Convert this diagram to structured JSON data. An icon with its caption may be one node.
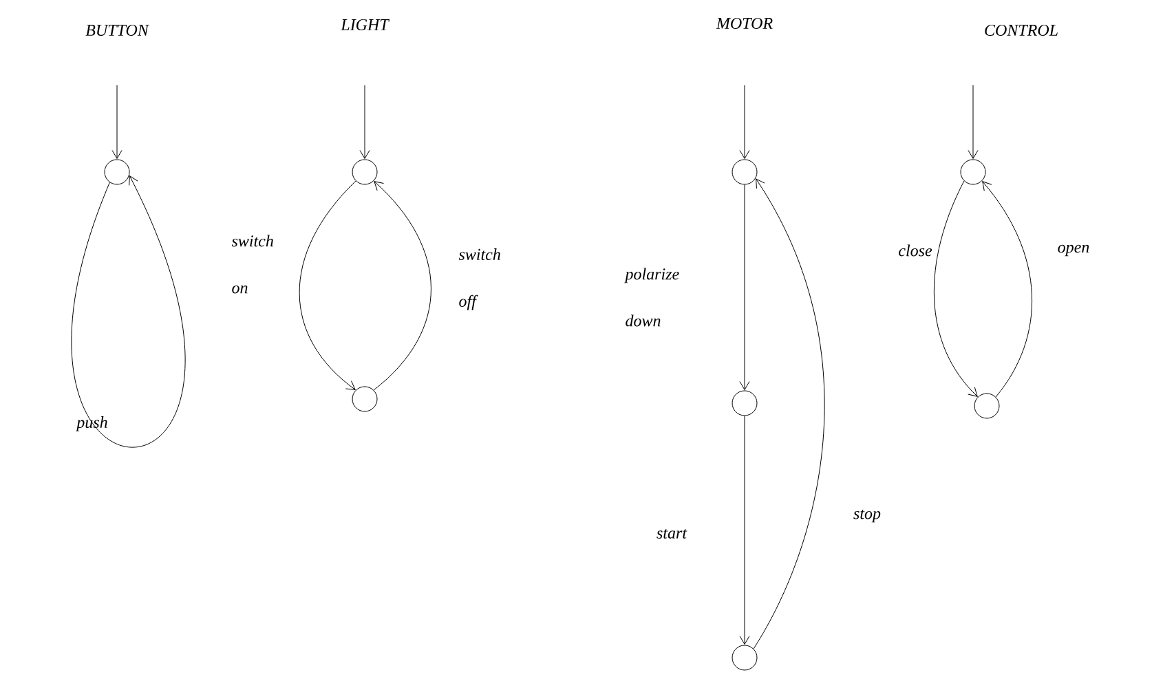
{
  "diagram": {
    "nodes": [
      {
        "text": [],
        "shape": "circle"
      },
      {
        "text": [],
        "shape": "circle"
      },
      {
        "text": [],
        "shape": "circle"
      },
      {
        "text": [],
        "shape": "circle"
      },
      {
        "text": [],
        "shape": "circle"
      },
      {
        "text": [],
        "shape": "circle"
      },
      {
        "text": [],
        "shape": "circle"
      },
      {
        "text": [],
        "shape": "circle"
      }
    ],
    "edges": [
      {
        "from": null,
        "to": 0,
        "arrow": "to"
      },
      {
        "from": 0,
        "to": 0,
        "arrow": "to",
        "label": "push"
      },
      {
        "from": null,
        "to": 1,
        "arrow": "to"
      },
      {
        "from": 1,
        "to": 2,
        "arrow": "to",
        "label": "switch on"
      },
      {
        "from": 2,
        "to": 1,
        "arrow": "to",
        "label": "switch off"
      },
      {
        "from": null,
        "to": 3,
        "arrow": "to"
      },
      {
        "from": 3,
        "to": 4,
        "arrow": "to",
        "label": "polarize down"
      },
      {
        "from": 4,
        "to": 5,
        "arrow": "to",
        "label": "start"
      },
      {
        "from": 5,
        "to": 3,
        "arrow": "to",
        "label": "stop"
      },
      {
        "from": null,
        "to": 6,
        "arrow": "to"
      },
      {
        "from": 6,
        "to": 7,
        "arrow": "to",
        "label": "close"
      },
      {
        "from": 7,
        "to": 6,
        "arrow": "to",
        "label": "open"
      }
    ],
    "labels": [
      "BUTTON",
      "LIGHT",
      "MOTOR",
      "CONTROL"
    ]
  }
}
